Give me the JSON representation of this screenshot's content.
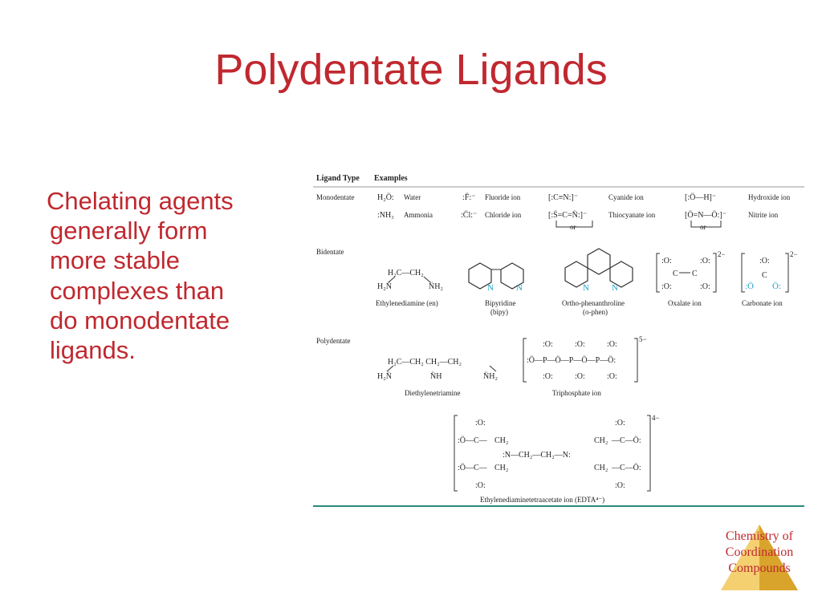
{
  "slide": {
    "title": "Polydentate Ligands",
    "body_lines": [
      "Chelating agents",
      "generally form",
      "more stable",
      "complexes than",
      "do monodentate",
      "ligands."
    ],
    "footer": [
      "Chemistry of",
      "Coordination",
      "Compounds"
    ]
  },
  "table": {
    "headers": {
      "type": "Ligand Type",
      "examples": "Examples"
    },
    "rows": {
      "monodentate": {
        "label": "Monodentate",
        "items": [
          "Water",
          "Fluoride ion",
          "Cyanide ion",
          "Hydroxide ion",
          "Ammonia",
          "Chloride ion",
          "Thiocyanate ion",
          "Nitrite ion"
        ]
      },
      "bidentate": {
        "label": "Bidentate",
        "items": [
          "Ethylenediamine (en)",
          "Bipyridine",
          "(bipy)",
          "Ortho-phenanthroline",
          "(o-phen)",
          "Oxalate ion",
          "Carbonate ion"
        ]
      },
      "polydentate": {
        "label": "Polydentate",
        "items": [
          "Diethylenetriamine",
          "Triphosphate ion",
          "Ethylenediaminetetraacetate ion (EDTA⁴⁻)"
        ]
      }
    },
    "formulas": {
      "water": "H₂Ö:",
      "ammonia": ":NH₃",
      "fluoride": ":F̈:⁻",
      "chloride": ":C̈l:⁻",
      "cyanide": "[:C≡N:]⁻",
      "thiocyanate": "[:S̈=C=N̈:]⁻",
      "or": "or",
      "hydroxide": "[:Ö—H]⁻",
      "nitrite": "[Ö=N—Ö:]⁻",
      "en_top": "H₂C—CH₂",
      "en_left": "H₂N̈",
      "en_right": "N̈H₂",
      "n_atom": "N",
      "oxalate_charge": "2−",
      "carbonate_charge": "2−",
      "o_atom": ":O:",
      "o_left": ":Ö",
      "o_right": "Ö:",
      "c_atom": "C",
      "dien_top": "H₂C—CH₂  CH₂—CH₂",
      "dien_left": "H₂N̈",
      "dien_mid": "N̈H",
      "dien_right": "N̈H₂",
      "triphos_main": ":Ö—P—Ö—P—Ö—P—Ö:",
      "triphos_charge": "5−",
      "edta_charge": "4−",
      "edta_mid": ":N—CH₂—CH₂—N:",
      "edta_ch2": "CH₂",
      "edta_coo_left": ":Ö—C—",
      "edta_coo_right": "—C—Ö:"
    }
  },
  "colors": {
    "title": "#c0282f",
    "body": "#c0282f",
    "rule": "#2a8a7a",
    "badge_light": "#f6d98a",
    "badge_dark": "#d9a42c"
  }
}
